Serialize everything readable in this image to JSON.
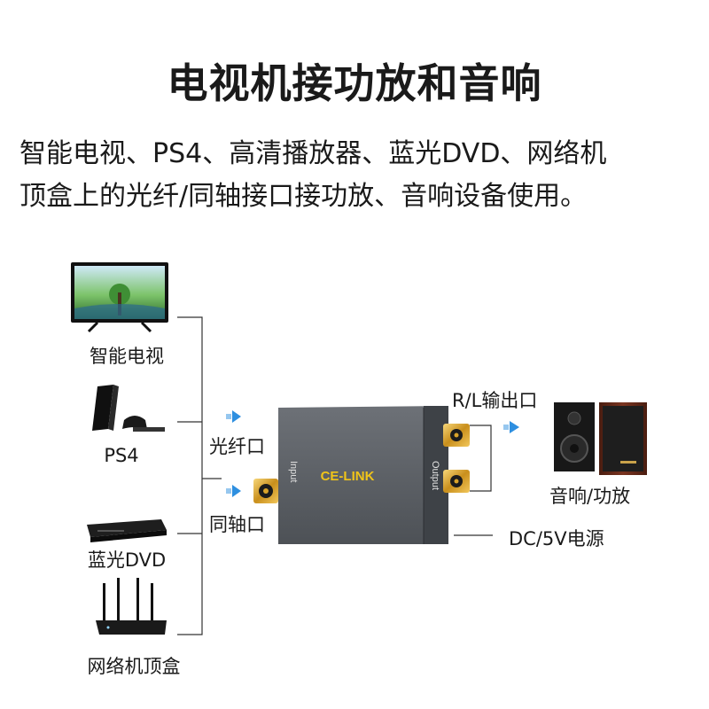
{
  "title": "电视机接功放和音响",
  "subtitle_line1": "智能电视、PS4、高清播放器、蓝光DVD、网络机",
  "subtitle_line2": "顶盒上的光纤/同轴接口接功放、音响设备使用。",
  "sources": {
    "tv": "智能电视",
    "ps4": "PS4",
    "dvd": "蓝光DVD",
    "settop": "网络机顶盒"
  },
  "device": {
    "brand": "CE-LINK",
    "input_label": "Input",
    "output_label": "Output"
  },
  "ports": {
    "optical": "光纤口",
    "coax": "同轴口",
    "rl_out": "R/L输出口",
    "power": "DC/5V电源"
  },
  "speaker_label": "音响/功放",
  "colors": {
    "arrow": "#2e8fe0",
    "device_body": "#5c6066",
    "brand": "#f0c419",
    "gold": "#d9a32a",
    "speaker_wood": "#6b2d1c"
  }
}
